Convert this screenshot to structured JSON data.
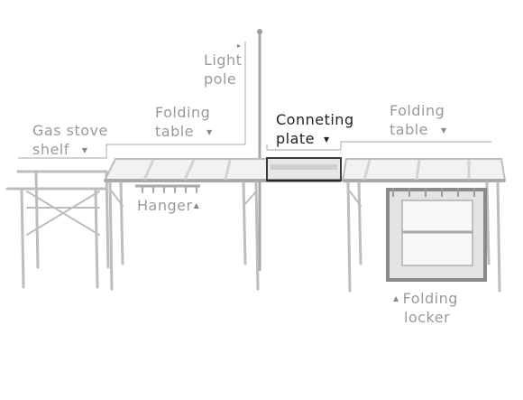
{
  "colors": {
    "frame": "#bdbdbd",
    "frame_dark": "#9c9c9c",
    "label": "#9a9a9a",
    "label_dark": "#222222",
    "plate": "#3a3a3a",
    "locker": "#8a8a8a"
  },
  "labels": {
    "light_pole": {
      "line1": "Light",
      "line2": "pole",
      "marker": "▸"
    },
    "folding_table_left": {
      "line1": "Folding",
      "line2": "table",
      "marker": "▼"
    },
    "gas_stove_shelf": {
      "line1": "Gas stove",
      "line2": "shelf",
      "marker": "▼"
    },
    "connecting_plate": {
      "line1": "Conneting",
      "line2": "plate",
      "marker": "▼"
    },
    "folding_table_right": {
      "line1": "Folding",
      "line2": "table",
      "marker": "▼"
    },
    "hanger": {
      "text": "Hanger",
      "marker": "▲"
    },
    "folding_locker": {
      "line1": "Folding",
      "line2": "locker",
      "marker": "▲"
    }
  }
}
